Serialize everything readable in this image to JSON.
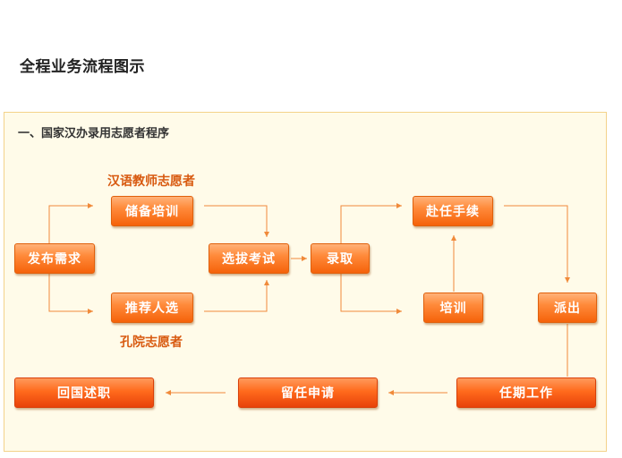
{
  "page_title": "全程业务流程图示",
  "section_title": "一、国家汉办录用志愿者程序",
  "labels": {
    "teacher_volunteer": "汉语教师志愿者",
    "confucius_volunteer": "孔院志愿者"
  },
  "steps": {
    "publish_demand": "发布需求",
    "reserve_training": "储备培训",
    "recommend": "推荐人选",
    "selection_exam": "选拔考试",
    "admission": "录取",
    "onboarding": "赴任手续",
    "training": "培训",
    "dispatch": "派出",
    "term_work": "任期工作",
    "stay_apply": "留任申请",
    "return_report": "回国述职"
  },
  "colors": {
    "accent_orange": "#f5620a",
    "arrow": "#f08a3a",
    "label_text": "#d85a10",
    "panel_bg": "#fffbe9"
  }
}
